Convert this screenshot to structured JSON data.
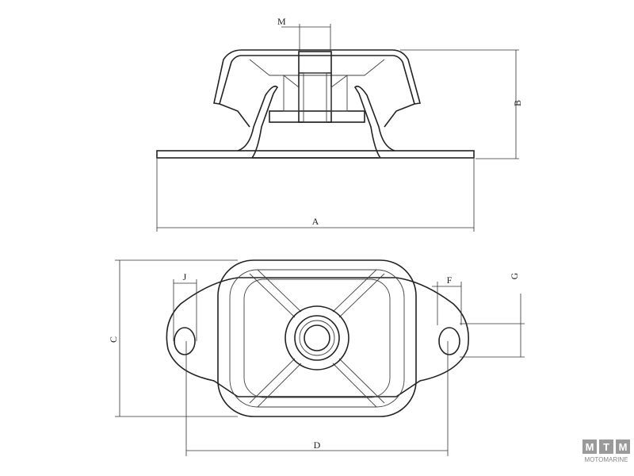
{
  "labels": {
    "M": "M",
    "B": "B",
    "A": "A",
    "C": "C",
    "D": "D",
    "J": "J",
    "F": "F",
    "G": "G"
  },
  "logo": {
    "letters": [
      "M",
      "T",
      "M"
    ],
    "text": "MOTOMARINE"
  }
}
